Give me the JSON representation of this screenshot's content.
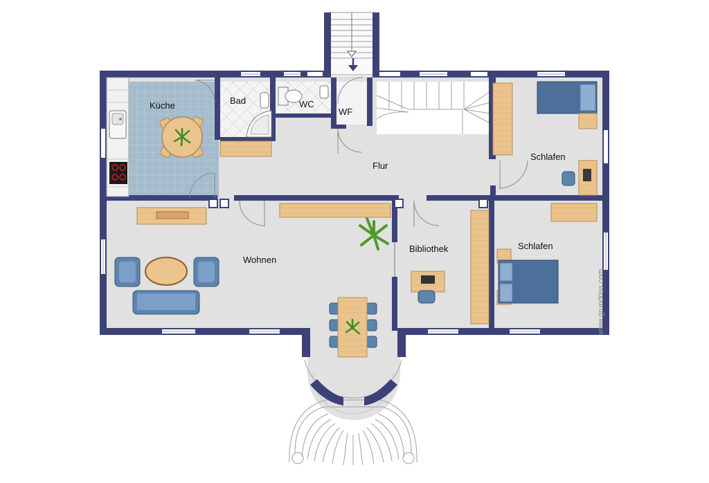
{
  "plan": {
    "rooms": {
      "kueche": "Küche",
      "bad": "Bad",
      "wc": "WC",
      "wf": "WF",
      "flur": "Flur",
      "schlafen_1": "Schlafen",
      "schlafen_2": "Schlafen",
      "wohnen": "Wohnen",
      "bibliothek": "Bibliothek"
    },
    "watermark": "www.grundriss.com"
  },
  "colors": {
    "wall": "#3c4277",
    "floor": "#e1e1e1",
    "tile": "#a9bfcf",
    "wood": "#e9c189",
    "upholstery": "#5d84ad",
    "bed": "#4a6f99",
    "plant": "#4f9a2a"
  },
  "icons": [
    "entrance-arrow-icon",
    "stove-icon",
    "sink-icon",
    "bathtub-icon",
    "toilet-icon",
    "plant-icon",
    "stairs-icon"
  ]
}
